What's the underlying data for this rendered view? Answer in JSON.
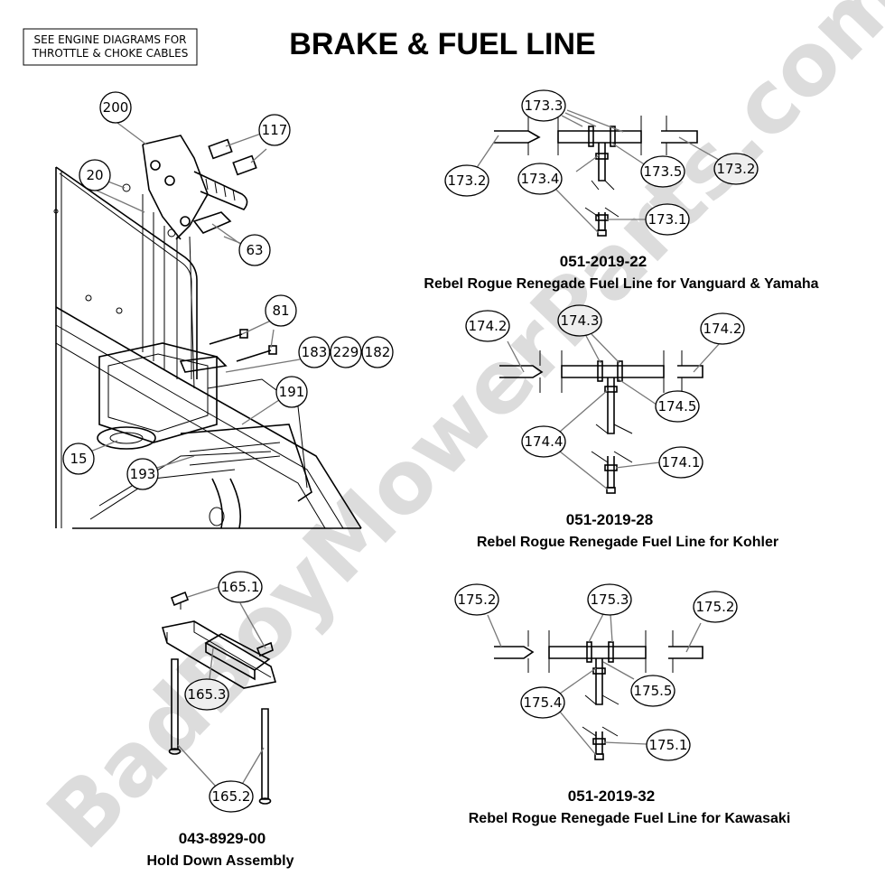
{
  "title": "BRAKE & FUEL LINE",
  "note": [
    "SEE ENGINE DIAGRAMS FOR",
    "THROTTLE & CHOKE CABLES"
  ],
  "watermark": "BadBoyMowerParts.com",
  "brake_labels": {
    "l200": "200",
    "l117": "117",
    "l20": "20",
    "l63": "63",
    "l81": "81",
    "l183": "183",
    "l229": "229",
    "l182": "182",
    "l191": "191",
    "l15": "15",
    "l193": "193"
  },
  "kit22": {
    "part_no": "051-2019-22",
    "desc": "Rebel Rogue Renegade Fuel Line for Vanguard & Yamaha",
    "labels": {
      "a": "173.3",
      "b": "173.2",
      "c": "173.4",
      "d": "173.5",
      "e": "173.2",
      "f": "173.1"
    }
  },
  "kit28": {
    "part_no": "051-2019-28",
    "desc": "Rebel Rogue Renegade Fuel Line for Kohler",
    "labels": {
      "a": "174.2",
      "b": "174.3",
      "c": "174.2",
      "d": "174.5",
      "e": "174.4",
      "f": "174.1"
    }
  },
  "kit32": {
    "part_no": "051-2019-32",
    "desc": "Rebel Rogue Renegade Fuel Line for Kawasaki",
    "labels": {
      "a": "175.2",
      "b": "175.3",
      "c": "175.2",
      "d": "175.4",
      "e": "175.5",
      "f": "175.1"
    }
  },
  "hold": {
    "part_no": "043-8929-00",
    "desc": "Hold Down Assembly",
    "labels": {
      "a": "165.1",
      "b": "165.3",
      "c": "165.2"
    }
  }
}
